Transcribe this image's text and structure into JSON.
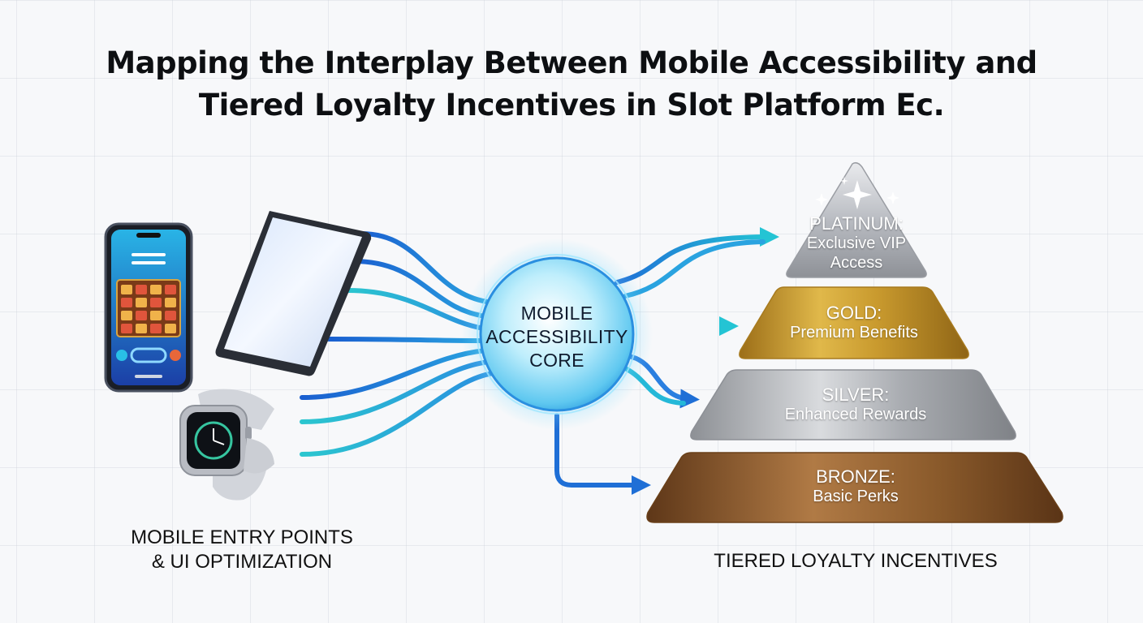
{
  "title": {
    "line1": "Mapping the Interplay Between Mobile Accessibility and",
    "line2": "Tiered Loyalty Incentives in Slot Platform Ec."
  },
  "left_section": {
    "label_line1": "MOBILE ENTRY POINTS",
    "label_line2": "& UI OPTIMIZATION",
    "devices": [
      "smartphone-icon",
      "tablet-icon",
      "smartwatch-icon"
    ]
  },
  "core": {
    "line1": "MOBILE",
    "line2": "ACCESSIBILITY",
    "line3": "CORE"
  },
  "right_section": {
    "label": "TIERED LOYALTY INCENTIVES"
  },
  "tiers": [
    {
      "name": "PLATINUM:",
      "line2": "Exclusive VIP",
      "line3": "Access",
      "color": "#b9bcc2"
    },
    {
      "name": "GOLD:",
      "line2": "Premium Benefits",
      "color": "#c99a2e"
    },
    {
      "name": "SILVER:",
      "line2": "Enhanced Rewards",
      "color": "#a9acb1"
    },
    {
      "name": "BRONZE:",
      "line2": "Basic Perks",
      "color": "#8a5a2b"
    }
  ],
  "colors": {
    "flow_blue": "#1f6fd6",
    "flow_cyan": "#22c3d6",
    "core_glow": "#6fd3f5"
  }
}
